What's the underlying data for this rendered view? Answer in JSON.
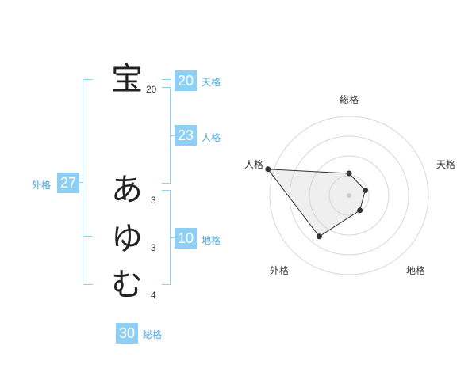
{
  "name": {
    "chars": [
      {
        "char": "宝",
        "strokes": "20"
      },
      {
        "char": "あ",
        "strokes": "3"
      },
      {
        "char": "ゆ",
        "strokes": "3"
      },
      {
        "char": "む",
        "strokes": "4"
      }
    ]
  },
  "kakusu": {
    "tenkaku": {
      "value": "20",
      "label": "天格"
    },
    "jinkaku": {
      "value": "23",
      "label": "人格"
    },
    "chikaku": {
      "value": "10",
      "label": "地格"
    },
    "gaikaku": {
      "value": "27",
      "label": "外格"
    },
    "soukaku": {
      "value": "30",
      "label": "総格"
    }
  },
  "colors": {
    "accent": "#8ecff5",
    "accent_text": "#4aa9df"
  },
  "chart_data": {
    "type": "radar",
    "axes": [
      "総格",
      "天格",
      "地格",
      "外格",
      "人格"
    ],
    "rings": 4,
    "values": [
      1.12,
      0.86,
      0.93,
      2.56,
      4.3
    ]
  }
}
